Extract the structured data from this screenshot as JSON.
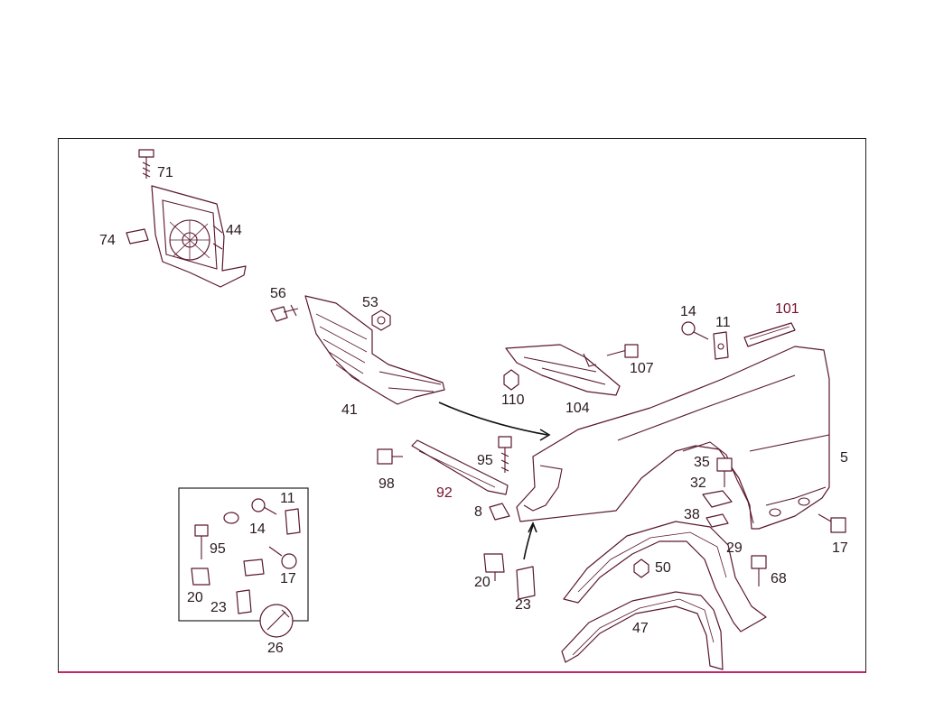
{
  "labels": {
    "l71": "71",
    "l44": "44",
    "l74": "74",
    "l56": "56",
    "l53": "53",
    "l41": "41",
    "l14a": "14",
    "l11a": "11",
    "l101": "101",
    "l107": "107",
    "l110": "110",
    "l104": "104",
    "l5": "5",
    "l95a": "95",
    "l98": "98",
    "l92": "92",
    "l8": "8",
    "l35": "35",
    "l32": "32",
    "l38": "38",
    "l29": "29",
    "l17a": "17",
    "l68": "68",
    "l50": "50",
    "l47": "47",
    "l20a": "20",
    "l23a": "23",
    "l11b": "11",
    "l14b": "14",
    "l95b": "95",
    "l17b": "17",
    "l20b": "20",
    "l23b": "23",
    "l26": "26"
  },
  "colors": {
    "line": "#5a1730",
    "frame_bottom": "#c3266b",
    "highlight_label": "#7a0f2c"
  }
}
